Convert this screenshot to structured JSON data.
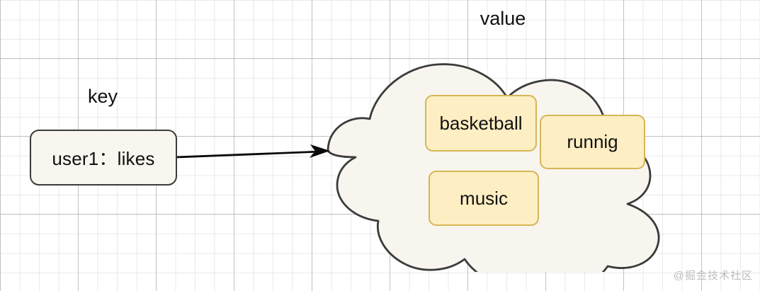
{
  "diagram": {
    "title_labels": {
      "key": "key",
      "value": "value"
    },
    "key_node": {
      "text": "user1：likes"
    },
    "value_items": [
      {
        "text": "basketball"
      },
      {
        "text": "runnig"
      },
      {
        "text": "music"
      }
    ],
    "connector": {
      "name": "key-to-value-arrow"
    },
    "watermark": "@掘金技术社区",
    "colors": {
      "key_fill": "#f8f6ef",
      "key_stroke": "#3b3b3b",
      "value_item_fill": "#fdeec3",
      "value_item_stroke": "#d6b656",
      "cloud_fill": "#f7f5ee",
      "cloud_stroke": "#3b3b3b",
      "arrow": "#0a0a0a",
      "grid": "#c8c8c8",
      "watermark": "#bdbdbd"
    }
  }
}
